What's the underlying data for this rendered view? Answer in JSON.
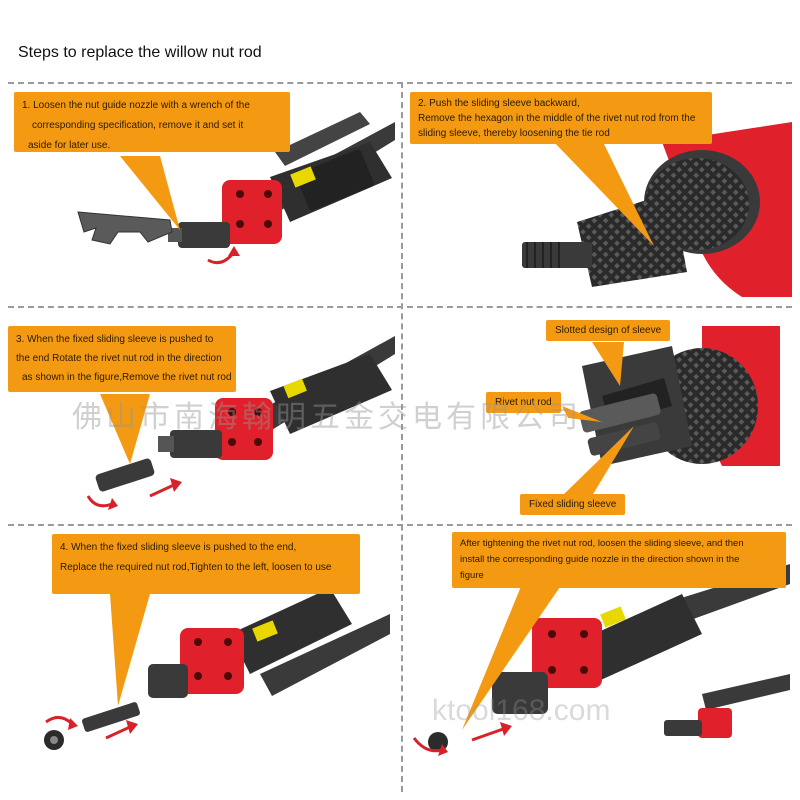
{
  "title": "Steps to replace the willow nut rod",
  "steps": {
    "s1": [
      "1. Loosen the nut guide nozzle with a wrench of the",
      "corresponding specification, remove it and set it",
      "aside for later use."
    ],
    "s2": [
      "2. Push the sliding sleeve backward,",
      "Remove the hexagon in the middle of the rivet nut rod from the",
      "sliding sleeve, thereby loosening the tie rod"
    ],
    "s3": [
      "3. When the fixed sliding sleeve is pushed to",
      "the end Rotate the rivet nut rod in the direction",
      "as shown in the figure,Remove the rivet nut rod"
    ],
    "s4": [
      "4. When the fixed sliding sleeve is pushed to the end,",
      "Replace the required nut rod,Tighten to the left, loosen to use"
    ],
    "s5": [
      "After tightening the rivet nut rod, loosen the sliding sleeve, and then",
      "install the corresponding guide nozzle in the direction shown in the",
      "figure"
    ]
  },
  "labels": {
    "slotted": "Slotted design of sleeve",
    "rivet_rod": "Rivet nut rod",
    "fixed_sleeve": "Fixed sliding sleeve"
  },
  "watermark": {
    "chinese": "佛山市南海翰明五金交电有限公司",
    "latin": "ktool168.com"
  },
  "colors": {
    "callout": "#f49a12",
    "tool_red": "#e0202a",
    "arrow_red": "#d8222a",
    "metal_dark": "#2b2b2b"
  }
}
